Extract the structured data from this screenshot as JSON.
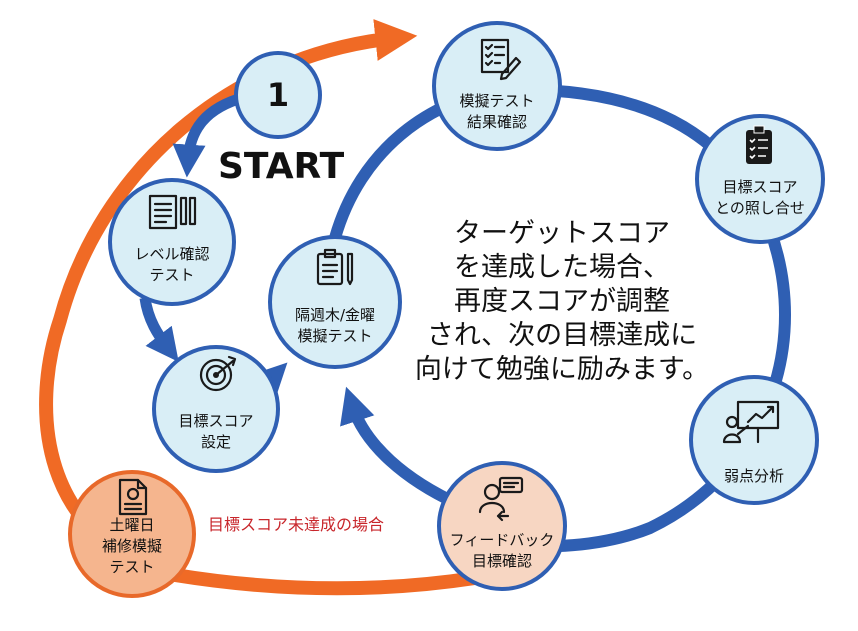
{
  "colors": {
    "blue_ring": "#2f5fb3",
    "orange_loop": "#f06a25",
    "node_fill": "#d9eef6",
    "node_stroke": "#2f5fb3",
    "orange_node_fill": "#f5b58e",
    "warning_text": "#c8262b"
  },
  "start": {
    "number": "1",
    "label": "START"
  },
  "center_message": {
    "lines": [
      "ターゲットスコア",
      "を達成した場合、",
      "再度スコアが調整",
      "され、次の目標達成に",
      "向けて勉強に励みます。"
    ]
  },
  "nodes": {
    "level_test": {
      "lines": [
        "レベル確認",
        "テスト"
      ],
      "icon": "document-pencil-icon"
    },
    "goal_setting": {
      "lines": [
        "目標スコア",
        "設定"
      ],
      "icon": "target-icon"
    },
    "biweekly_mock": {
      "lines": [
        "隔週木/金曜",
        "模擬テスト"
      ],
      "icon": "clipboard-pen-icon"
    },
    "mock_results": {
      "lines": [
        "模擬テスト",
        "結果確認"
      ],
      "icon": "checklist-pencil-icon"
    },
    "score_match": {
      "lines": [
        "目標スコア",
        "との照し合せ"
      ],
      "icon": "clipboard-checklist-icon"
    },
    "weakness_analysis": {
      "lines": [
        "弱点分析"
      ],
      "icon": "presentation-icon"
    },
    "feedback": {
      "lines": [
        "フィードバック",
        "目標確認"
      ],
      "icon": "feedback-icon"
    },
    "saturday_test": {
      "lines": [
        "土曜日",
        "補修模擬",
        "テスト"
      ],
      "icon": "document-icon"
    }
  },
  "orange_loop_label": "目標スコア未達成の場合"
}
